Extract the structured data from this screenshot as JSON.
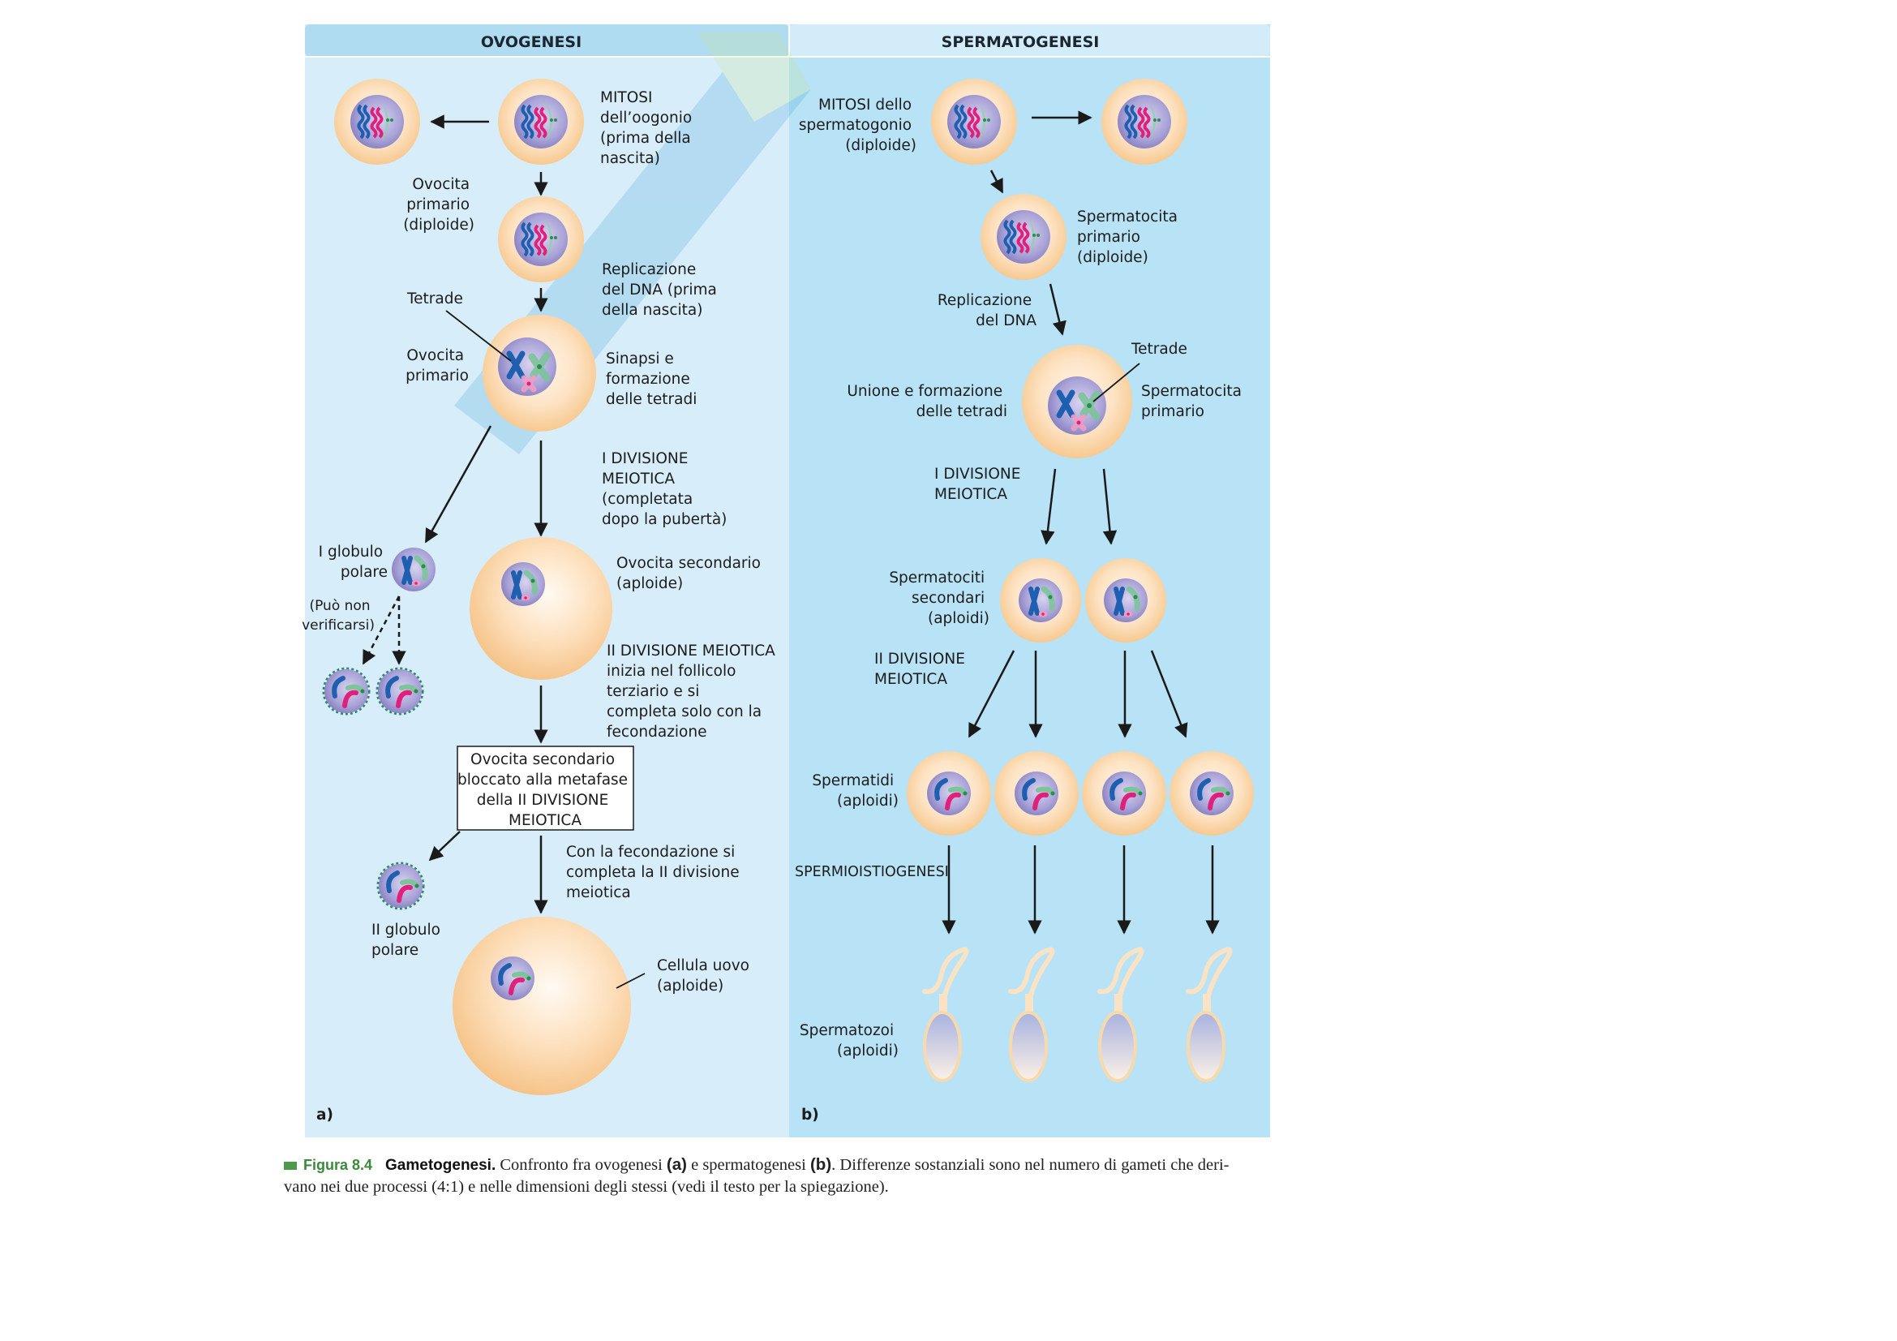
{
  "panels": {
    "left_header": "OVOGENESI",
    "right_header": "SPERMATOGENESI",
    "left_letter": "a)",
    "right_letter": "b)"
  },
  "ovogenesi": {
    "mitosi": [
      "MITOSI",
      "dell’oogonio",
      "(prima della",
      "nascita)"
    ],
    "ovocita_primario_diploide": [
      "Ovocita",
      "primario",
      "(diploide)"
    ],
    "replicazione": [
      "Replicazione",
      "del DNA (prima",
      "della nascita)"
    ],
    "tetrade": "Tetrade",
    "ovocita_primario": [
      "Ovocita",
      "primario"
    ],
    "sinapsi": [
      "Sinapsi e",
      "formazione",
      "delle tetradi"
    ],
    "prima_divisione": [
      "I DIVISIONE",
      "MEIOTICA",
      "(completata",
      "dopo la pubertà)"
    ],
    "primo_globulo": [
      "I globulo",
      "polare"
    ],
    "puo_non": [
      "(Può non",
      "verificarsi)"
    ],
    "ovocita_secondario": [
      "Ovocita secondario",
      "(aploide)"
    ],
    "seconda_divisione": [
      "II DIVISIONE MEIOTICA",
      "inizia nel follicolo",
      "terziario e si",
      "completa solo con la",
      "fecondazione"
    ],
    "box": [
      "Ovocita secondario",
      "bloccato alla metafase",
      "della II DIVISIONE",
      "MEIOTICA"
    ],
    "fecondazione": [
      "Con la fecondazione si",
      "completa la II divisione",
      "meiotica"
    ],
    "secondo_globulo": [
      "II globulo",
      "polare"
    ],
    "cellula_uovo": [
      "Cellula uovo",
      "(aploide)"
    ]
  },
  "spermatogenesi": {
    "mitosi": [
      "MITOSI dello",
      "spermatogonio",
      "(diploide)"
    ],
    "spermatocita_primario_diploide": [
      "Spermatocita",
      "primario",
      "(diploide)"
    ],
    "replicazione": [
      "Replicazione",
      "del DNA"
    ],
    "tetrade": "Tetrade",
    "unione": [
      "Unione e formazione",
      "delle tetradi"
    ],
    "spermatocita_primario": [
      "Spermatocita",
      "primario"
    ],
    "prima_divisione": [
      "I DIVISIONE",
      "MEIOTICA"
    ],
    "spermatociti_secondari": [
      "Spermatociti",
      "secondari",
      "(aploidi)"
    ],
    "seconda_divisione": [
      "II DIVISIONE",
      "MEIOTICA"
    ],
    "spermatidi": [
      "Spermatidi",
      "(aploidi)"
    ],
    "spermioistiogenesi": "SPERMIOISTIOGENESI",
    "spermatozoi": [
      "Spermatozoi",
      "(aploidi)"
    ]
  },
  "caption": {
    "figure_number": "Figura 8.4",
    "title": "Gametogenesi.",
    "text_1": "Confronto fra ovogenesi",
    "a": "(a)",
    "text_2": "e spermatogenesi",
    "b": "(b)",
    "text_3": ". Differenze sostanziali sono nel numero di gameti che deri-",
    "text_4": "vano nei due processi (4:1) e nelle dimensioni degli stessi (vedi il testo per la spiegazione)."
  },
  "colors": {
    "left_panel": "#d7edf9",
    "right_panel": "#b8e2f5",
    "left_header": "#b0dcf2",
    "right_header": "#d3ecfa",
    "cell_cytoplasm": "#fbd9b0",
    "nucleus": "#a9a3d6",
    "chromosome_blue": "#1f5fb0",
    "chromosome_pink": "#e0207a",
    "chromosome_green": "#7cc49a"
  }
}
